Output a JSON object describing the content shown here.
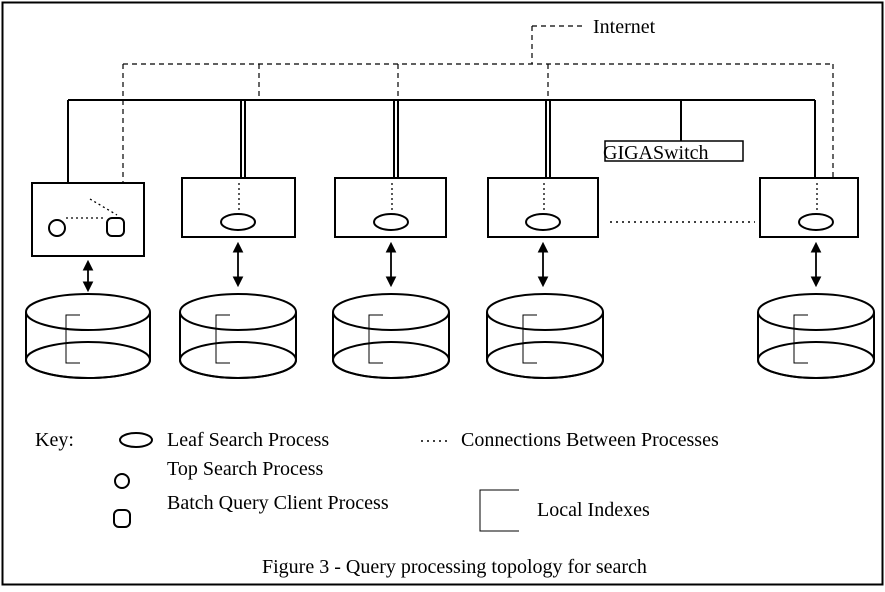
{
  "internet_label": "Internet",
  "switch_label": "GIGASwitch",
  "key": {
    "title": "Key:",
    "leaf_search": "Leaf  Search Process",
    "top_search": "Top Search Process",
    "batch_query": "Batch Query Client Process",
    "connections": "Connections Between Processes",
    "local_indexes": "Local Indexes"
  },
  "caption": "Figure 3 - Query processing topology for search"
}
